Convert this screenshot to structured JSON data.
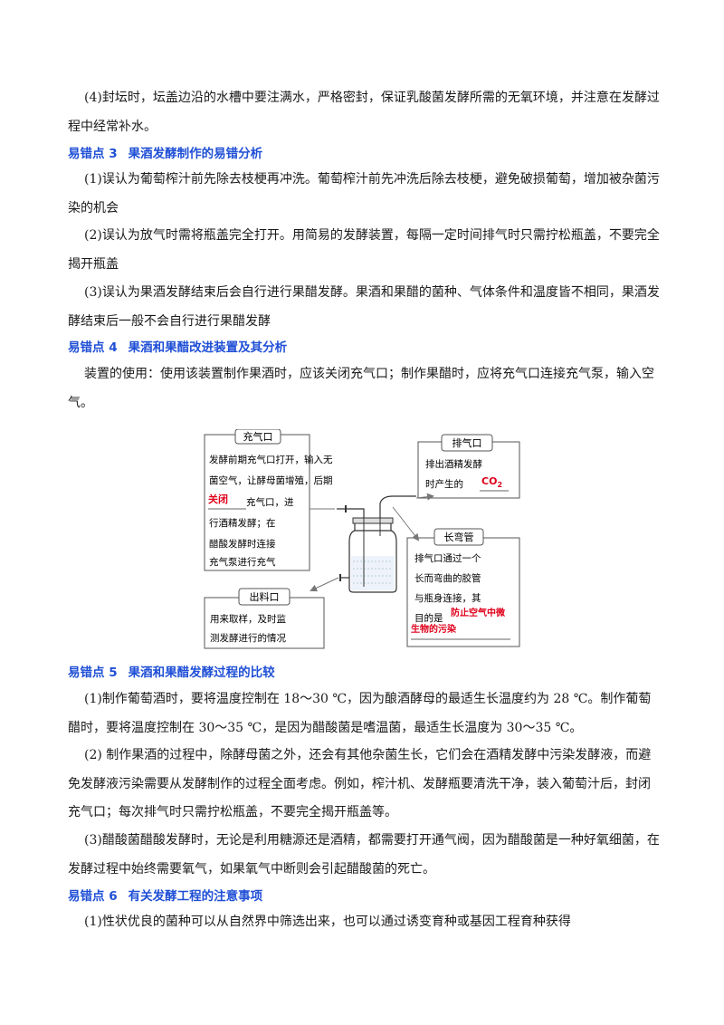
{
  "paragraphs": {
    "p4_seal": "(4)封坛时，坛盖边沿的水槽中要注满水，严格密封，保证乳酸菌发酵所需的无氧环境，并注意在发酵过程中经常补水。",
    "e3_1": "(1)误认为葡萄榨汁前先除去枝梗再冲洗。葡萄榨汁前先冲洗后除去枝梗，避免破损葡萄，增加被杂菌污染的机会",
    "e3_2": "(2)误认为放气时需将瓶盖完全打开。用简易的发酵装置，每隔一定时间排气时只需拧松瓶盖，不要完全揭开瓶盖",
    "e3_3": "(3)误认为果酒发酵结束后会自行进行果醋发酵。果酒和果醋的菌种、气体条件和温度皆不相同，果酒发酵结束后一般不会自行进行果醋发酵",
    "e4_use": "装置的使用：使用该装置制作果酒时，应该关闭充气口；制作果醋时，应将充气口连接充气泵，输入空气。",
    "e5_1": "(1)制作葡萄酒时，要将温度控制在 18～30 ℃，因为酿酒酵母的最适生长温度约为 28 ℃。制作葡萄醋时，要将温度控制在 30～35 ℃，是因为醋酸菌是嗜温菌，最适生长温度为 30～35 ℃。",
    "e5_2": "(2) 制作果酒的过程中，除酵母菌之外，还会有其他杂菌生长，它们会在酒精发酵中污染发酵液，而避免发酵液污染需要从发酵制作的过程全面考虑。例如，榨汁机、发酵瓶要清洗干净，装入葡萄汁后，封闭充气口；每次排气时只需拧松瓶盖，不要完全揭开瓶盖等。",
    "e5_3": "(3)醋酸菌醋酸发酵时，无论是利用糖源还是酒精，都需要打开通气阀，因为醋酸菌是一种好氧细菌，在发酵过程中始终需要氧气，如果氧气中断则会引起醋酸菌的死亡。",
    "e6_1": "(1)性状优良的菌种可以从自然界中筛选出来，也可以通过诱变育种或基因工程育种获得"
  },
  "headings": {
    "h3": {
      "num": "易错点 3",
      "text": "果酒发酵制作的易错分析"
    },
    "h4": {
      "num": "易错点 4",
      "text": "果酒和果醋改进装置及其分析"
    },
    "h5": {
      "num": "易错点 5",
      "text": "果酒和果醋发酵过程的比较"
    },
    "h6": {
      "num": "易错点 6",
      "text": "有关发酵工程的注意事项"
    }
  },
  "diagram": {
    "inlet_title": "充气口",
    "inlet_lines": [
      "发酵前期充气口打开，输入无",
      "菌空气，让酵母菌增殖，后期",
      "充气口，进",
      "行酒精发酵；在",
      "醋酸发酵时连接",
      "充气泵进行充气"
    ],
    "inlet_fill": "关闭",
    "exhaust_title": "排气口",
    "exhaust_lines": [
      "排出酒精发酵",
      "时产生的"
    ],
    "exhaust_fill": "CO",
    "exhaust_fill_sub": "2",
    "tube_title": "长弯管",
    "tube_lines": [
      "排气口通过一个",
      "长而弯曲的胶管",
      "与瓶身连接，其",
      "目的是"
    ],
    "tube_fill_1": "防止空气中微",
    "tube_fill_2": "生物的污染",
    "outlet_title": "出料口",
    "outlet_lines": [
      "用来取样，及时监",
      "测发酵进行的情况"
    ],
    "colors": {
      "annotation": "#e0001b",
      "heading": "#1f4fd6",
      "box_border": "#555555"
    }
  }
}
